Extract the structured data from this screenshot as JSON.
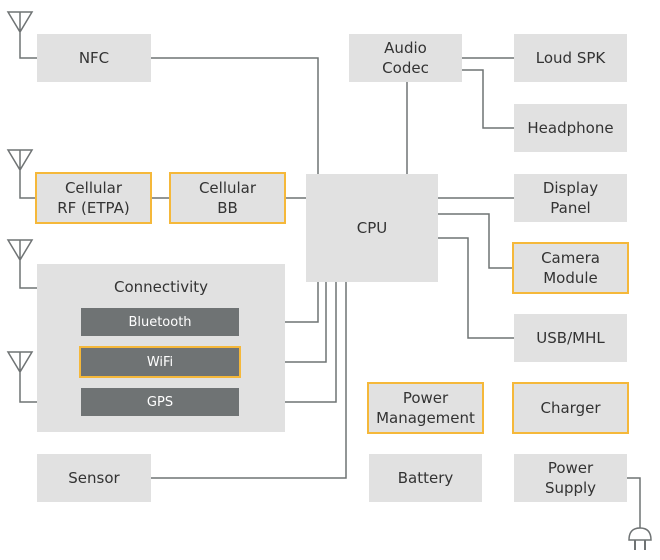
{
  "blocks": {
    "nfc": "NFC",
    "audio_codec": "Audio\nCodec",
    "loud_spk": "Loud SPK",
    "headphone": "Headphone",
    "cellular_rf": "Cellular\nRF (ETPA)",
    "cellular_bb": "Cellular\nBB",
    "cpu": "CPU",
    "display_panel": "Display\nPanel",
    "camera_module": "Camera\nModule",
    "usb_mhl": "USB/MHL",
    "power_management": "Power\nManagement",
    "charger": "Charger",
    "sensor": "Sensor",
    "battery": "Battery",
    "power_supply": "Power\nSupply"
  },
  "connectivity": {
    "title": "Connectivity",
    "bluetooth": "Bluetooth",
    "wifi": "WiFi",
    "gps": "GPS"
  },
  "colors": {
    "block_fill": "#e1e1e1",
    "module_fill": "#6f7374",
    "highlight_border": "#f5b83a",
    "line": "#6f7374"
  }
}
